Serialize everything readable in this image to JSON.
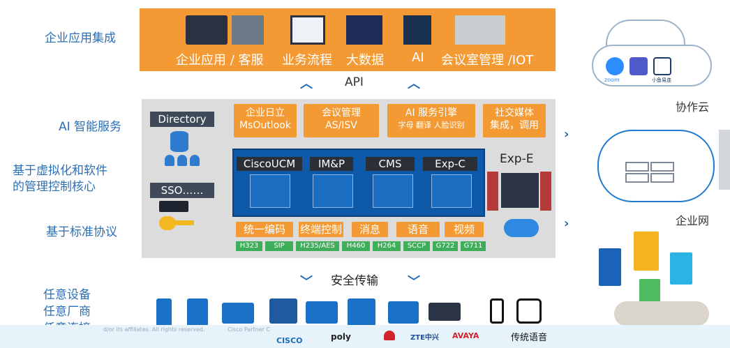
{
  "left_labels": {
    "enterprise_apps": "企业应用集成",
    "ai_services": "AI 智能服务",
    "virtualization": [
      "基于虚拟化和软件",
      "的管理控制核心"
    ],
    "standards": "基于标准协议",
    "devices": [
      "任意设备",
      "任意厂商",
      "任意连接"
    ]
  },
  "top_band": {
    "items": [
      "企业应用 / 客服",
      "业务流程",
      "大数据",
      "AI",
      "会议室管理 /IOT"
    ]
  },
  "api_label": "API",
  "ai_row": {
    "directory": "Directory",
    "boxes": [
      [
        "企业日立",
        "MsOutlook"
      ],
      [
        "会议管理",
        "AS/ISV"
      ],
      [
        "AI 服务引擎",
        "字母 翻译 人脸识别"
      ],
      [
        "社交媒体",
        "集成，调用"
      ]
    ]
  },
  "core": {
    "tabs": [
      "CiscoUCM",
      "IM&P",
      "CMS",
      "Exp-C"
    ],
    "expe": "Exp-E",
    "sso": "SSO……"
  },
  "protocols": {
    "functions": [
      "统一编码",
      "终端控制",
      "消息",
      "语音",
      "视频"
    ],
    "standards": [
      "H323",
      "SIP",
      "H235/AES",
      "H460",
      "H264",
      "SCCP",
      "G722",
      "G711"
    ]
  },
  "secure_label": "安全传输",
  "right": {
    "collab_cloud": "协作云",
    "enterprise_net": "企业网",
    "cloud_apps": [
      "zoom",
      "小鱼易连"
    ]
  },
  "bottom": {
    "vendors": [
      "CISCO",
      "poly",
      "ZTE中兴",
      "AVAYA"
    ],
    "legacy_voice": "传统语音",
    "footer_fragments": [
      "d/or its affiliates. All rights reserved.",
      "Cisco Partner C"
    ]
  },
  "colors": {
    "orange": "#f39a34",
    "blue": "#0f5aa8",
    "label_blue": "#2c6fb5",
    "green": "#3fae5a"
  }
}
